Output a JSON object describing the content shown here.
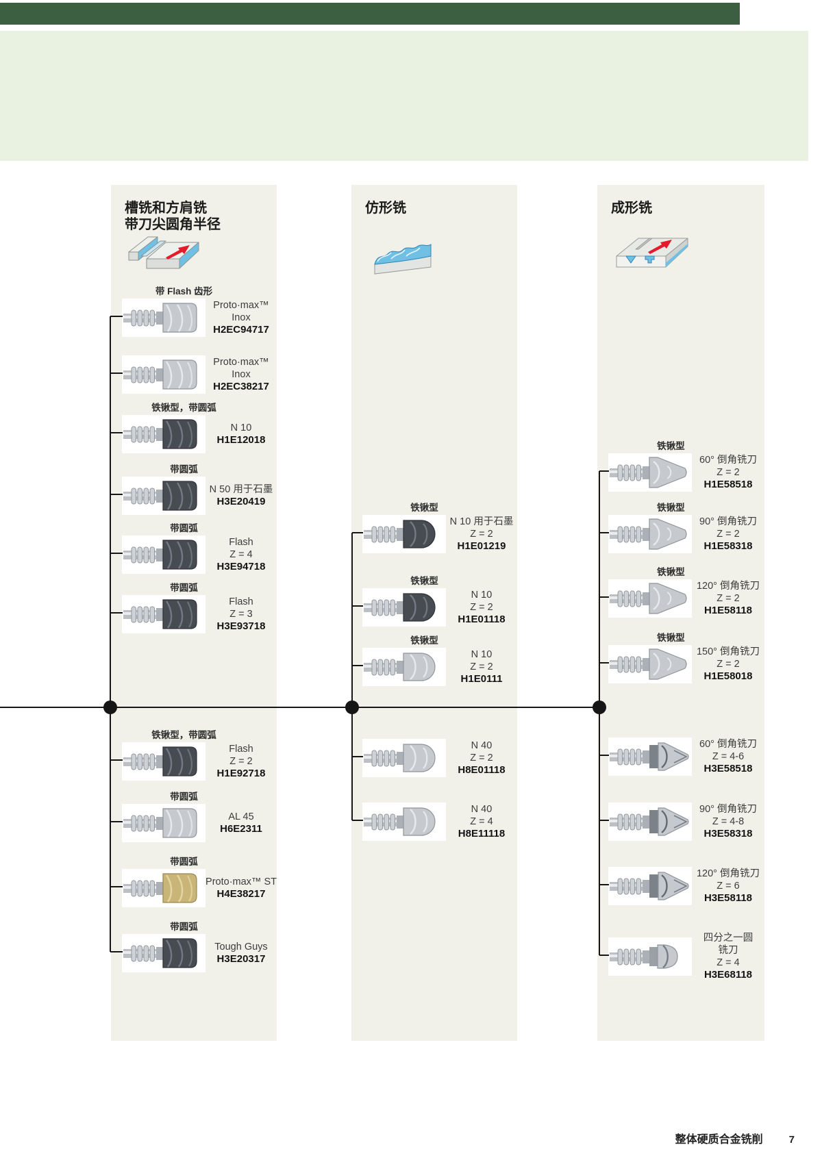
{
  "footer": {
    "section_title": "整体硬质合金铣削",
    "page_number": "7"
  },
  "colors": {
    "top_bar": "#3d5f41",
    "header_band": "#e9f1e1",
    "panel_background": "#f1f1e9",
    "tree_line": "#161616",
    "accent_red": "#e31b2d",
    "accent_blue": "#6fc0e4",
    "tool_dark": "#474b52",
    "tool_silver": "#c6cacf",
    "tool_gold": "#c9b578"
  },
  "columns": [
    {
      "id": "slot-and-shoulder-milling",
      "title_lines": [
        "槽铣和方肩铣",
        "带刀尖圆角半径"
      ],
      "icon": "slot-and-shoulder-milling-icon",
      "tools": [
        {
          "note": "带 Flash 齿形",
          "name": "Proto·max™ Inox",
          "code": "H2EC94717",
          "shape": "flat",
          "tone": "silver"
        },
        {
          "name": "Proto·max™ Inox",
          "code": "H2EC38217",
          "shape": "flat",
          "tone": "silver"
        },
        {
          "note": "铁锹型，带圆弧",
          "name": "N 10",
          "code": "H1E12018",
          "shape": "flat",
          "tone": "dark"
        },
        {
          "note": "带圆弧",
          "name": "N 50 用于石墨",
          "code": "H3E20419",
          "shape": "flat",
          "tone": "dark"
        },
        {
          "note": "带圆弧",
          "name": "Flash",
          "z": "Z = 4",
          "code": "H3E94718",
          "shape": "flat",
          "tone": "dark"
        },
        {
          "note": "带圆弧",
          "name": "Flash",
          "z": "Z = 3",
          "code": "H3E93718",
          "shape": "flat",
          "tone": "dark"
        },
        {
          "note": "铁锹型，带圆弧",
          "name": "Flash",
          "z": "Z = 2",
          "code": "H1E92718",
          "shape": "flat",
          "tone": "dark"
        },
        {
          "note": "带圆弧",
          "name": "AL 45",
          "code": "H6E2311",
          "shape": "flat",
          "tone": "silver"
        },
        {
          "note": "带圆弧",
          "name": "Proto·max™ ST",
          "code": "H4E38217",
          "shape": "flat",
          "tone": "gold"
        },
        {
          "note": "带圆弧",
          "name": "Tough Guys",
          "code": "H3E20317",
          "shape": "flat",
          "tone": "dark"
        }
      ]
    },
    {
      "id": "copy-milling",
      "title_lines": [
        "仿形铣"
      ],
      "icon": "copy-milling-icon",
      "tools": [
        {
          "note": "铁锹型",
          "name": "N 10 用于石墨",
          "z": "Z = 2",
          "code": "H1E01219",
          "shape": "ball",
          "tone": "dark"
        },
        {
          "note": "铁锹型",
          "name": "N 10",
          "z": "Z = 2",
          "code": "H1E01118",
          "shape": "ball",
          "tone": "dark"
        },
        {
          "note": "铁锹型",
          "name": "N 10",
          "z": "Z = 2",
          "code": "H1E0111",
          "shape": "ball",
          "tone": "silver"
        },
        {
          "name": "N 40",
          "z": "Z = 2",
          "code": "H8E01118",
          "shape": "ball",
          "tone": "silver"
        },
        {
          "name": "N 40",
          "z": "Z = 4",
          "code": "H8E11118",
          "shape": "ball",
          "tone": "silver"
        }
      ]
    },
    {
      "id": "form-milling",
      "title_lines": [
        "成形铣"
      ],
      "icon": "form-milling-icon",
      "tools": [
        {
          "note": "铁锹型",
          "name": "60° 倒角铣刀",
          "z": "Z = 2",
          "code": "H1E58518",
          "shape": "cone",
          "tone": "silver"
        },
        {
          "note": "铁锹型",
          "name": "90° 倒角铣刀",
          "z": "Z = 2",
          "code": "H1E58318",
          "shape": "cone",
          "tone": "silver"
        },
        {
          "note": "铁锹型",
          "name": "120° 倒角铣刀",
          "z": "Z = 2",
          "code": "H1E58118",
          "shape": "cone",
          "tone": "silver"
        },
        {
          "note": "铁锹型",
          "name": "150° 倒角铣刀",
          "z": "Z = 2",
          "code": "H1E58018",
          "shape": "cone",
          "tone": "silver"
        },
        {
          "name": "60° 倒角铣刀",
          "z": "Z = 4-6",
          "code": "H3E58518",
          "shape": "cone2",
          "tone": "silver"
        },
        {
          "name": "90° 倒角铣刀",
          "z": "Z = 4-8",
          "code": "H3E58318",
          "shape": "cone2",
          "tone": "silver"
        },
        {
          "name": "120° 倒角铣刀",
          "z": "Z = 6",
          "code": "H3E58118",
          "shape": "cone2",
          "tone": "silver"
        },
        {
          "name": "四分之一圆\n铣刀",
          "z": "Z = 4",
          "code": "H3E68118",
          "shape": "round",
          "tone": "silver"
        }
      ]
    }
  ]
}
